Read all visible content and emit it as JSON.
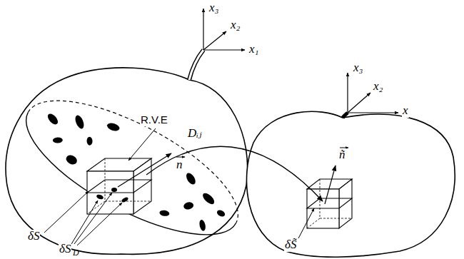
{
  "diagram": {
    "labels": [
      "x₃",
      "x₂",
      "x₁",
      "R.V.E",
      "n",
      "δS",
      "δS",
      "D",
      "Dᵢⱼ",
      "x₃",
      "x₂",
      "x",
      "ñ",
      "δS̃"
    ]
  }
}
